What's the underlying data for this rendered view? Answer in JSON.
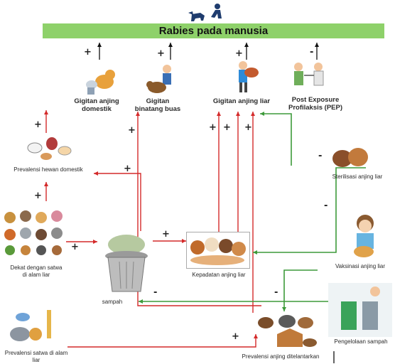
{
  "title": "Rabies pada manusia",
  "nodes": {
    "gigitan_domestik": "Gigitan anjing domestik",
    "gigitan_buas": "Gigitan binatang buas",
    "gigitan_liar": "Gigitan anjing liar",
    "pep": "Post Exposure Profilaksis (PEP)",
    "prevalensi_hewan_domestik": "Prevalensi hewan domestik",
    "dekat_satwa": "Dekat dengan satwa di alam liar",
    "sampah": "sampah",
    "kepadatan": "Kepadatan anjing liar",
    "sterilisasi": "Sterilisasi anjing liar",
    "vaksinasi": "Vaksinasi anjing liar",
    "pengelolaan_sampah": "Pengelolaan sampah",
    "prevalensi_satwa": "Prevalensi satwa di alam liar",
    "prevalensi_telantar": "Prevalensi anjing ditelantarkan"
  },
  "signs": {
    "plus": "+",
    "minus": "-"
  },
  "colors": {
    "positive_link": "#d42a2a",
    "negative_link": "#3d9a3a",
    "neutral_link": "#111111",
    "title_bar": "#8ed16a"
  },
  "icons": [
    "people-dog-icon",
    "dog-bite-icon",
    "wild-animal-bite-icon",
    "stray-dog-bite-icon",
    "doctor-patient-icon",
    "domestic-animals-icon",
    "wild-animals-icon",
    "trash-can-icon",
    "dog-pack-icon",
    "puppies-icon",
    "child-dog-icon",
    "recycling-bins-icon",
    "zoo-animals-icon",
    "stray-dogs-icon"
  ]
}
